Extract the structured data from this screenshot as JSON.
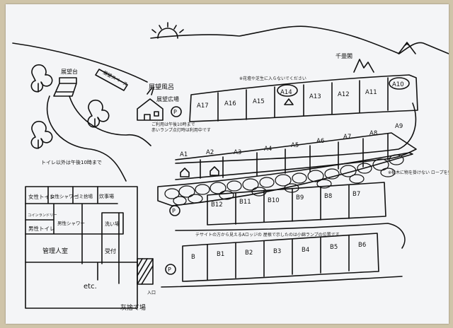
{
  "map": {
    "landmarks": {
      "observation_deck": "展望台",
      "observation_space": "展望スペース",
      "observation_bath": "展望風呂",
      "observation_plaza": "展望広場",
      "senjokaku": "千畳閣",
      "toilet_note": "トイレ以外は午後10時まで",
      "bath_note_1": "ご利用は午後10時まで",
      "bath_note_2": "赤いランプ点灯時は利用中です",
      "top_note": "※花壇や芝生に入らないでください",
      "right_note": "※植木に物を掛けない ロープを張らないでください",
      "site_note": "テサイトの方から見えるAロッジの 屋根で示したのは小綿ランプの位置です",
      "entrance": "入口",
      "ash_disposal": "灰捨て場",
      "parking": "P"
    },
    "rooms": {
      "women_toilet": "女性トイレ",
      "women_shower": "女性シャワー",
      "garbage": "ゴミ捨場",
      "kitchen": "炊事場",
      "coin_laundry": "コインランドリー",
      "men_toilet": "男性トイレ",
      "men_shower": "男性シャワー",
      "wash_area": "洗い場",
      "reception": "受付",
      "manager_room": "管理人室",
      "etc": "etc."
    },
    "sites": {
      "row_top": [
        "A17",
        "A16",
        "A15",
        "A14",
        "A13",
        "A12",
        "A11",
        "A10"
      ],
      "row_mid": [
        "A1",
        "A2",
        "A3",
        "A4",
        "A5",
        "A6",
        "A7",
        "A8",
        "A9"
      ],
      "row_b_upper": [
        "B12",
        "B11",
        "B10",
        "B9",
        "B8",
        "B7"
      ],
      "row_b_lower": [
        "B",
        "B1",
        "B2",
        "B3",
        "B4",
        "B5",
        "B6"
      ]
    }
  }
}
